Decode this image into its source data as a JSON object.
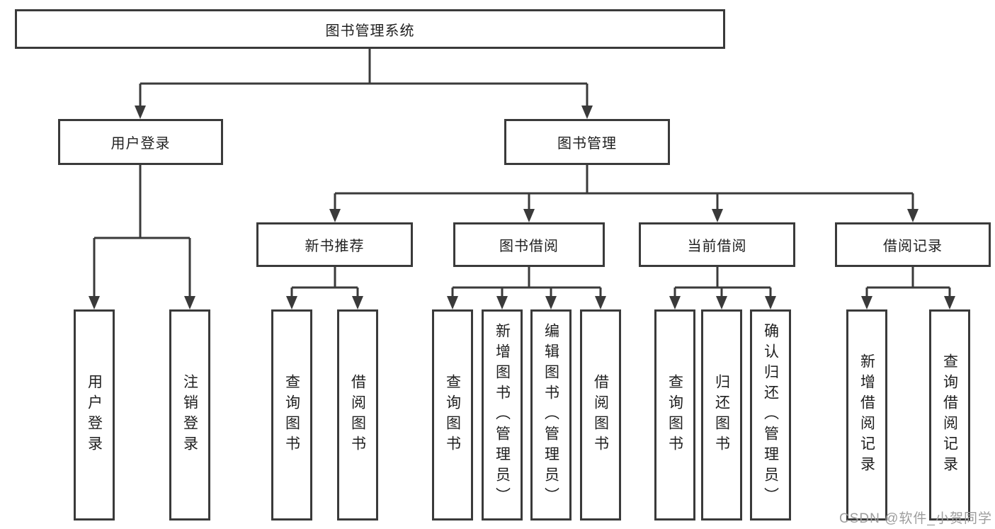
{
  "colors": {
    "line": "#3a3a3a",
    "text": "#1f1f1f",
    "background": "#ffffff",
    "watermark": "#9d9d9d"
  },
  "watermark": {
    "text": "CSDN @软件_小贺同学"
  },
  "chart_data": {
    "type": "tree-diagram",
    "title": "图书管理系统"
  },
  "tree": {
    "label": "图书管理系统",
    "children": [
      {
        "label": "用户登录",
        "children": [
          {
            "label": "用户登录"
          },
          {
            "label": "注销登录"
          }
        ]
      },
      {
        "label": "图书管理",
        "children": [
          {
            "label": "新书推荐",
            "children": [
              {
                "label": "查询图书"
              },
              {
                "label": "借阅图书"
              }
            ]
          },
          {
            "label": "图书借阅",
            "children": [
              {
                "label": "查询图书"
              },
              {
                "label": "新增图书（管理员）"
              },
              {
                "label": "编辑图书（管理员）"
              },
              {
                "label": "借阅图书"
              }
            ]
          },
          {
            "label": "当前借阅",
            "children": [
              {
                "label": "查询图书"
              },
              {
                "label": "归还图书"
              },
              {
                "label": "确认归还（管理员）"
              }
            ]
          },
          {
            "label": "借阅记录",
            "children": [
              {
                "label": "新增借阅记录"
              },
              {
                "label": "查询借阅记录"
              }
            ]
          }
        ]
      }
    ]
  }
}
